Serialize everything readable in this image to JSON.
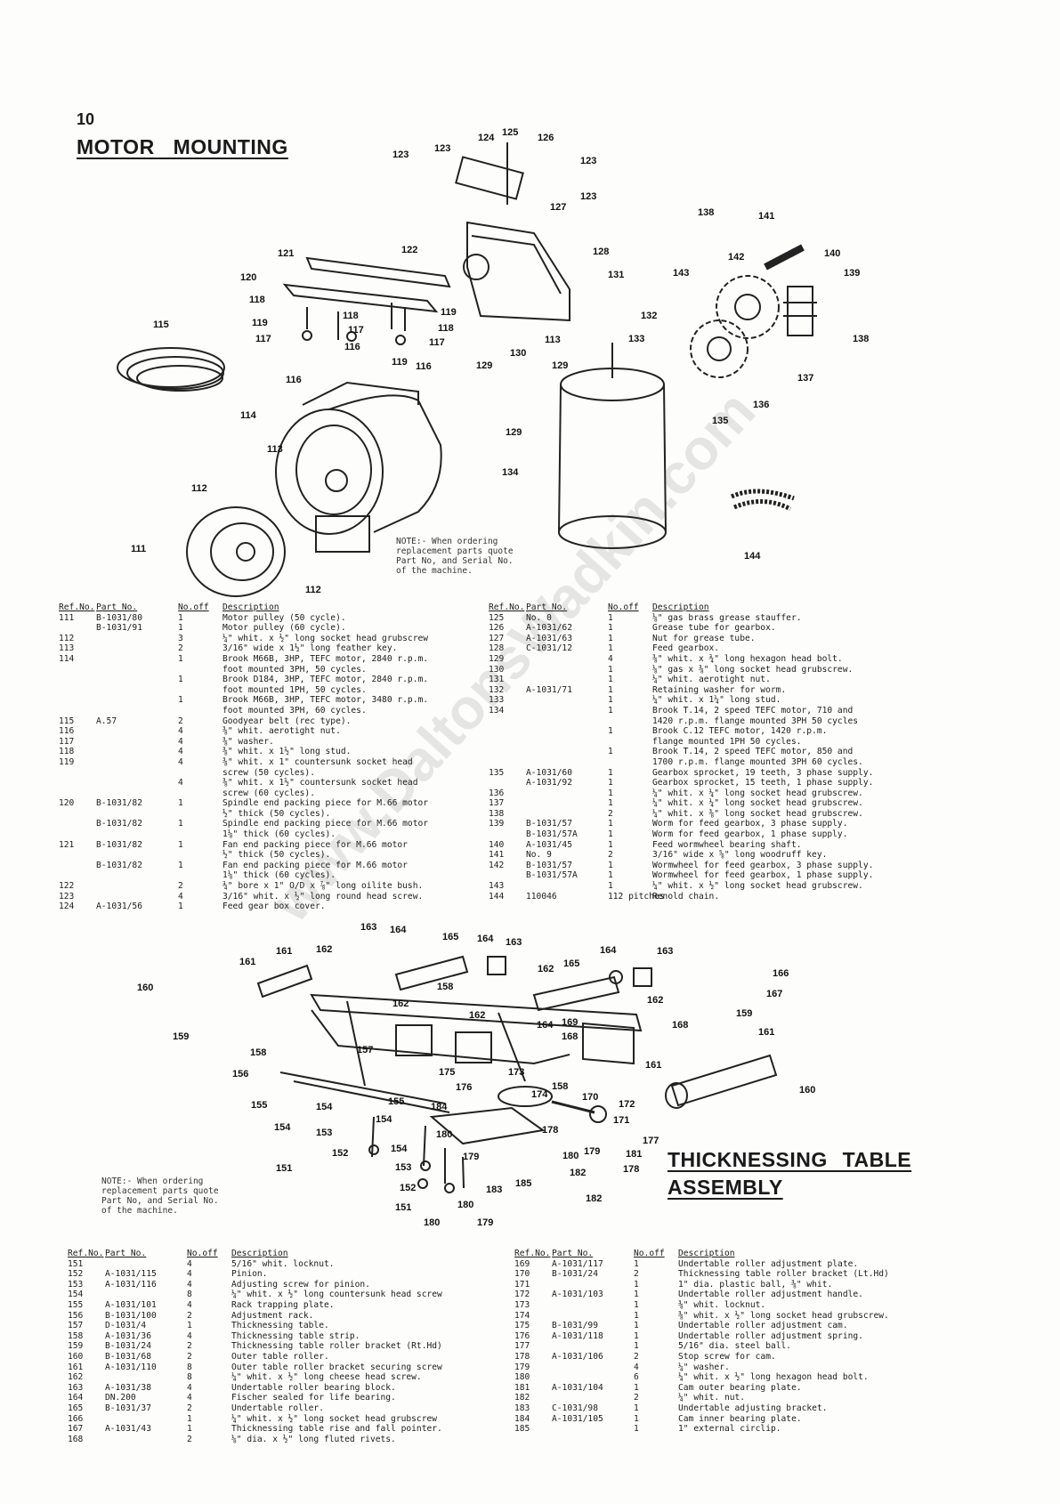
{
  "page_number": "10",
  "motor_title": "MOTOR  MOUNTING",
  "table_title_line1": "THICKNESSING  TABLE",
  "table_title_line2": "ASSEMBLY",
  "watermark": "www.DaltonsWadkin.com",
  "notes": {
    "motor": "NOTE:- When ordering\nreplacement parts quote\nPart No, and Serial No.\nof the machine.",
    "table": "NOTE:- When ordering\nreplacement parts quote\nPart No, and Serial No.\nof the machine."
  },
  "headers": {
    "ref": "Ref.No.",
    "part": "Part No.",
    "off": "No.off",
    "desc": "Description"
  },
  "motor_callouts": [
    "111",
    "112",
    "112",
    "113",
    "113",
    "114",
    "115",
    "116",
    "116",
    "116",
    "117",
    "117",
    "117",
    "118",
    "118",
    "118",
    "119",
    "119",
    "119",
    "120",
    "121",
    "122",
    "123",
    "123",
    "123",
    "123",
    "124",
    "125",
    "126",
    "127",
    "128",
    "129",
    "129",
    "129",
    "130",
    "131",
    "132",
    "133",
    "134",
    "135",
    "136",
    "137",
    "138",
    "138",
    "139",
    "140",
    "141",
    "142",
    "143",
    "144"
  ],
  "table_callouts": [
    "151",
    "151",
    "152",
    "152",
    "153",
    "153",
    "154",
    "154",
    "154",
    "154",
    "155",
    "155",
    "156",
    "157",
    "158",
    "158",
    "158",
    "159",
    "159",
    "160",
    "160",
    "161",
    "161",
    "161",
    "161",
    "162",
    "162",
    "162",
    "162",
    "162",
    "163",
    "163",
    "163",
    "164",
    "164",
    "164",
    "164",
    "165",
    "165",
    "166",
    "167",
    "168",
    "168",
    "169",
    "170",
    "171",
    "172",
    "173",
    "174",
    "175",
    "176",
    "177",
    "178",
    "178",
    "179",
    "179",
    "179",
    "180",
    "180",
    "180",
    "180",
    "181",
    "182",
    "182",
    "183",
    "184",
    "185"
  ],
  "motor_parts_left": [
    {
      "ref": "111",
      "part": "B-1031/80",
      "off": "1",
      "desc": "Motor pulley (50 cycle)."
    },
    {
      "ref": "",
      "part": "B-1031/91",
      "off": "1",
      "desc": "Motor pulley (60 cycle)."
    },
    {
      "ref": "112",
      "part": "",
      "off": "3",
      "desc": "¼\" whit. x ½\" long socket head grubscrew"
    },
    {
      "ref": "113",
      "part": "",
      "off": "2",
      "desc": "3/16\" wide x 1½\" long feather key."
    },
    {
      "ref": "114",
      "part": "",
      "off": "1",
      "desc": "Brook M66B, 3HP, TEFC motor, 2840 r.p.m."
    },
    {
      "ref": "",
      "part": "",
      "off": "",
      "desc": "foot mounted 3PH, 50 cycles."
    },
    {
      "ref": "",
      "part": "",
      "off": "1",
      "desc": "Brook D184, 3HP, TEFC motor, 2840 r.p.m."
    },
    {
      "ref": "",
      "part": "",
      "off": "",
      "desc": "foot mounted 1PH, 50 cycles."
    },
    {
      "ref": "",
      "part": "",
      "off": "1",
      "desc": "Brook M66B, 3HP, TEFC motor, 3480 r.p.m."
    },
    {
      "ref": "",
      "part": "",
      "off": "",
      "desc": "foot mounted 3PH, 60 cycles."
    },
    {
      "ref": "115",
      "part": "A.57",
      "off": "2",
      "desc": "Goodyear belt (rec type)."
    },
    {
      "ref": "116",
      "part": "",
      "off": "4",
      "desc": "⅜\" whit. aerotight nut."
    },
    {
      "ref": "117",
      "part": "",
      "off": "4",
      "desc": "⅜\" washer."
    },
    {
      "ref": "118",
      "part": "",
      "off": "4",
      "desc": "⅜\" whit. x 1½\" long stud."
    },
    {
      "ref": "119",
      "part": "",
      "off": "4",
      "desc": "⅜\" whit. x 1\" countersunk socket head"
    },
    {
      "ref": "",
      "part": "",
      "off": "",
      "desc": "screw (50 cycles)."
    },
    {
      "ref": "",
      "part": "",
      "off": "4",
      "desc": "⅜\" whit. x 1½\" countersunk socket head"
    },
    {
      "ref": "",
      "part": "",
      "off": "",
      "desc": "screw (60 cycles)."
    },
    {
      "ref": "120",
      "part": "B-1031/82",
      "off": "1",
      "desc": "Spindle end packing piece for M.66 motor"
    },
    {
      "ref": "",
      "part": "",
      "off": "",
      "desc": "½\" thick (50 cycles)."
    },
    {
      "ref": "",
      "part": "B-1031/82",
      "off": "1",
      "desc": "Spindle end packing piece for M.66 motor"
    },
    {
      "ref": "",
      "part": "",
      "off": "",
      "desc": "1⅛\" thick (60 cycles)."
    },
    {
      "ref": "121",
      "part": "B-1031/82",
      "off": "1",
      "desc": "Fan end packing piece for M.66 motor"
    },
    {
      "ref": "",
      "part": "",
      "off": "",
      "desc": "½\" thick (50 cycles)."
    },
    {
      "ref": "",
      "part": "B-1031/82",
      "off": "1",
      "desc": "Fan end packing piece for M.66 motor"
    },
    {
      "ref": "",
      "part": "",
      "off": "",
      "desc": "1⅛\" thick (60 cycles)."
    },
    {
      "ref": "122",
      "part": "",
      "off": "2",
      "desc": "¾\" bore x 1\" O/D x ⅞\" long oilite bush."
    },
    {
      "ref": "123",
      "part": "",
      "off": "4",
      "desc": "3/16\" whit. x ½\" long round head screw."
    },
    {
      "ref": "124",
      "part": "A-1031/56",
      "off": "1",
      "desc": "Feed gear box cover."
    }
  ],
  "motor_parts_right": [
    {
      "ref": "125",
      "part": "No. 0",
      "off": "1",
      "desc": "⅛\" gas brass grease stauffer."
    },
    {
      "ref": "126",
      "part": "A-1031/62",
      "off": "1",
      "desc": "Grease tube for gearbox."
    },
    {
      "ref": "127",
      "part": "A-1031/63",
      "off": "1",
      "desc": "Nut for grease tube."
    },
    {
      "ref": "128",
      "part": "C-1031/12",
      "off": "1",
      "desc": "Feed gearbox."
    },
    {
      "ref": "129",
      "part": "",
      "off": "4",
      "desc": "⅜\" whit. x ¾\" long hexagon head bolt."
    },
    {
      "ref": "130",
      "part": "",
      "off": "1",
      "desc": "⅛\" gas x ⅜\" long socket head grubscrew."
    },
    {
      "ref": "131",
      "part": "",
      "off": "1",
      "desc": "¼\" whit. aerotight nut."
    },
    {
      "ref": "132",
      "part": "A-1031/71",
      "off": "1",
      "desc": "Retaining washer for worm."
    },
    {
      "ref": "133",
      "part": "",
      "off": "1",
      "desc": "¼\" whit. x 1¼\" long stud."
    },
    {
      "ref": "134",
      "part": "",
      "off": "1",
      "desc": "Brook T.14, 2 speed TEFC motor, 710 and"
    },
    {
      "ref": "",
      "part": "",
      "off": "",
      "desc": "1420 r.p.m. flange mounted 3PH 50 cycles"
    },
    {
      "ref": "",
      "part": "",
      "off": "1",
      "desc": "Brook C.12 TEFC motor, 1420 r.p.m."
    },
    {
      "ref": "",
      "part": "",
      "off": "",
      "desc": "flange mounted 1PH 50 cycles."
    },
    {
      "ref": "",
      "part": "",
      "off": "1",
      "desc": "Brook T.14, 2 speed TEFC motor, 850 and"
    },
    {
      "ref": "",
      "part": "",
      "off": "",
      "desc": "1700 r.p.m. flange mounted 3PH 60 cycles."
    },
    {
      "ref": "135",
      "part": "A-1031/60",
      "off": "1",
      "desc": "Gearbox sprocket, 19 teeth, 3 phase supply."
    },
    {
      "ref": "",
      "part": "A-1031/92",
      "off": "1",
      "desc": "Gearbox sprocket, 15 teeth, 1 phase supply."
    },
    {
      "ref": "136",
      "part": "",
      "off": "1",
      "desc": "¼\" whit. x ¼\" long socket head grubscrew."
    },
    {
      "ref": "137",
      "part": "",
      "off": "1",
      "desc": "¼\" whit. x ¼\" long socket head grubscrew."
    },
    {
      "ref": "138",
      "part": "",
      "off": "2",
      "desc": "¼\" whit. x ⅜\" long socket head grubscrew."
    },
    {
      "ref": "139",
      "part": "B-1031/57",
      "off": "1",
      "desc": "Worm for feed gearbox, 3 phase supply."
    },
    {
      "ref": "",
      "part": "B-1031/57A",
      "off": "1",
      "desc": "Worm for feed gearbox, 1 phase supply."
    },
    {
      "ref": "140",
      "part": "A-1031/45",
      "off": "1",
      "desc": "Feed wormwheel bearing shaft."
    },
    {
      "ref": "141",
      "part": "No. 9",
      "off": "2",
      "desc": "3/16\" wide x ⅝\" long woodruff key."
    },
    {
      "ref": "142",
      "part": "B-1031/57",
      "off": "1",
      "desc": "Wormwheel for feed gearbox, 3 phase supply."
    },
    {
      "ref": "",
      "part": "B-1031/57A",
      "off": "1",
      "desc": "Wormwheel for feed gearbox, 1 phase supply."
    },
    {
      "ref": "143",
      "part": "",
      "off": "1",
      "desc": "¼\" whit. x ½\" long socket head grubscrew."
    },
    {
      "ref": "144",
      "part": "110046",
      "off": "112 pitches",
      "desc": "Renold chain."
    }
  ],
  "table_parts_left": [
    {
      "ref": "151",
      "part": "",
      "off": "4",
      "desc": "5/16\" whit. locknut."
    },
    {
      "ref": "152",
      "part": "A-1031/115",
      "off": "4",
      "desc": "Pinion."
    },
    {
      "ref": "153",
      "part": "A-1031/116",
      "off": "4",
      "desc": "Adjusting screw for pinion."
    },
    {
      "ref": "154",
      "part": "",
      "off": "8",
      "desc": "¼\" whit. x ½\" long countersunk head screw"
    },
    {
      "ref": "155",
      "part": "A-1031/101",
      "off": "4",
      "desc": "Rack trapping plate."
    },
    {
      "ref": "156",
      "part": "B-1031/100",
      "off": "2",
      "desc": "Adjustment rack."
    },
    {
      "ref": "157",
      "part": "D-1031/4",
      "off": "1",
      "desc": "Thicknessing table."
    },
    {
      "ref": "158",
      "part": "A-1031/36",
      "off": "4",
      "desc": "Thicknessing table strip."
    },
    {
      "ref": "159",
      "part": "B-1031/24",
      "off": "2",
      "desc": "Thicknessing table roller bracket (Rt.Hd)"
    },
    {
      "ref": "160",
      "part": "B-1031/68",
      "off": "2",
      "desc": "Outer table roller."
    },
    {
      "ref": "161",
      "part": "A-1031/110",
      "off": "8",
      "desc": "Outer table roller bracket securing screw"
    },
    {
      "ref": "162",
      "part": "",
      "off": "8",
      "desc": "¼\" whit. x ½\" long cheese head screw."
    },
    {
      "ref": "163",
      "part": "A-1031/38",
      "off": "4",
      "desc": "Undertable roller bearing block."
    },
    {
      "ref": "164",
      "part": "DN.200",
      "off": "4",
      "desc": "Fischer sealed for life bearing."
    },
    {
      "ref": "165",
      "part": "B-1031/37",
      "off": "2",
      "desc": "Undertable roller."
    },
    {
      "ref": "166",
      "part": "",
      "off": "1",
      "desc": "¼\" whit. x ½\" long socket head grubscrew"
    },
    {
      "ref": "167",
      "part": "A-1031/43",
      "off": "1",
      "desc": "Thicknessing table rise and fall pointer."
    },
    {
      "ref": "168",
      "part": "",
      "off": "2",
      "desc": "⅛\" dia. x ½\" long fluted rivets."
    }
  ],
  "table_parts_right": [
    {
      "ref": "169",
      "part": "A-1031/117",
      "off": "1",
      "desc": "Undertable roller adjustment plate."
    },
    {
      "ref": "170",
      "part": "B-1031/24",
      "off": "2",
      "desc": "Thicknessing table roller bracket (Lt.Hd)"
    },
    {
      "ref": "171",
      "part": "",
      "off": "1",
      "desc": "1\" dia. plastic ball, ⅜\" whit."
    },
    {
      "ref": "172",
      "part": "A-1031/103",
      "off": "1",
      "desc": "Undertable roller adjustment handle."
    },
    {
      "ref": "173",
      "part": "",
      "off": "1",
      "desc": "⅜\" whit. locknut."
    },
    {
      "ref": "174",
      "part": "",
      "off": "1",
      "desc": "⅜\" whit. x ½\" long socket head grubscrew."
    },
    {
      "ref": "175",
      "part": "B-1031/99",
      "off": "1",
      "desc": "Undertable roller adjustment cam."
    },
    {
      "ref": "176",
      "part": "A-1031/118",
      "off": "1",
      "desc": "Undertable roller adjustment spring."
    },
    {
      "ref": "177",
      "part": "",
      "off": "1",
      "desc": "5/16\" dia. steel ball."
    },
    {
      "ref": "178",
      "part": "A-1031/106",
      "off": "2",
      "desc": "Stop screw for cam."
    },
    {
      "ref": "179",
      "part": "",
      "off": "4",
      "desc": "¼\" washer."
    },
    {
      "ref": "180",
      "part": "",
      "off": "6",
      "desc": "¼\" whit. x ½\" long hexagon head bolt."
    },
    {
      "ref": "181",
      "part": "A-1031/104",
      "off": "1",
      "desc": "Cam outer bearing plate."
    },
    {
      "ref": "182",
      "part": "",
      "off": "2",
      "desc": "¼\" whit. nut."
    },
    {
      "ref": "183",
      "part": "C-1031/98",
      "off": "1",
      "desc": "Undertable adjusting bracket."
    },
    {
      "ref": "184",
      "part": "A-1031/105",
      "off": "1",
      "desc": "Cam inner bearing plate."
    },
    {
      "ref": "185",
      "part": "",
      "off": "1",
      "desc": "1\" external circlip."
    }
  ]
}
